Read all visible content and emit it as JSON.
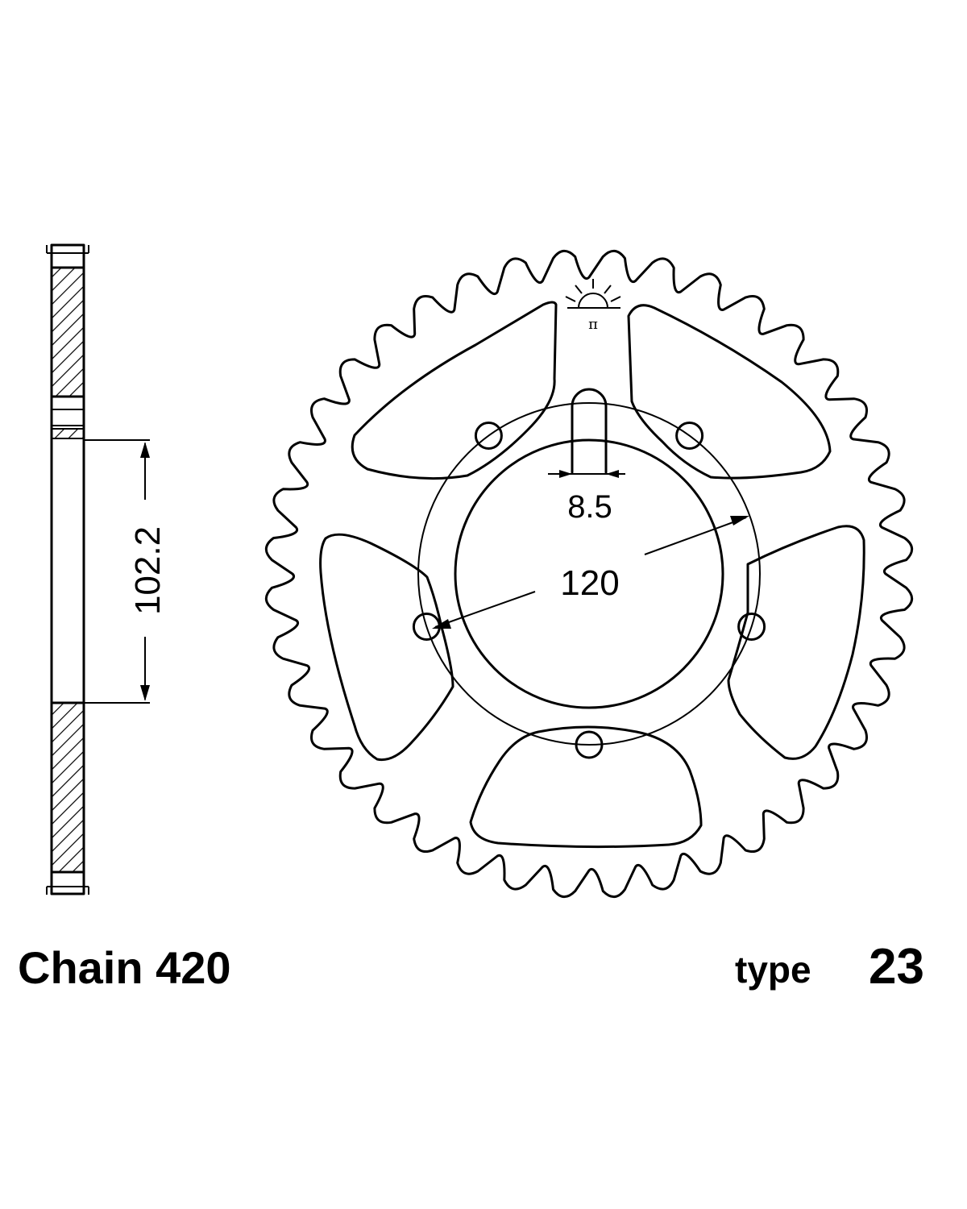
{
  "side_view": {
    "dimension": "102.2"
  },
  "sprocket": {
    "teeth": 40,
    "bolt_holes": 5,
    "dimension_bolt_circle": "120",
    "dimension_hole": "8.5"
  },
  "footer": {
    "chain_label": "Chain 420",
    "type_word": "type",
    "type_number": "23"
  }
}
